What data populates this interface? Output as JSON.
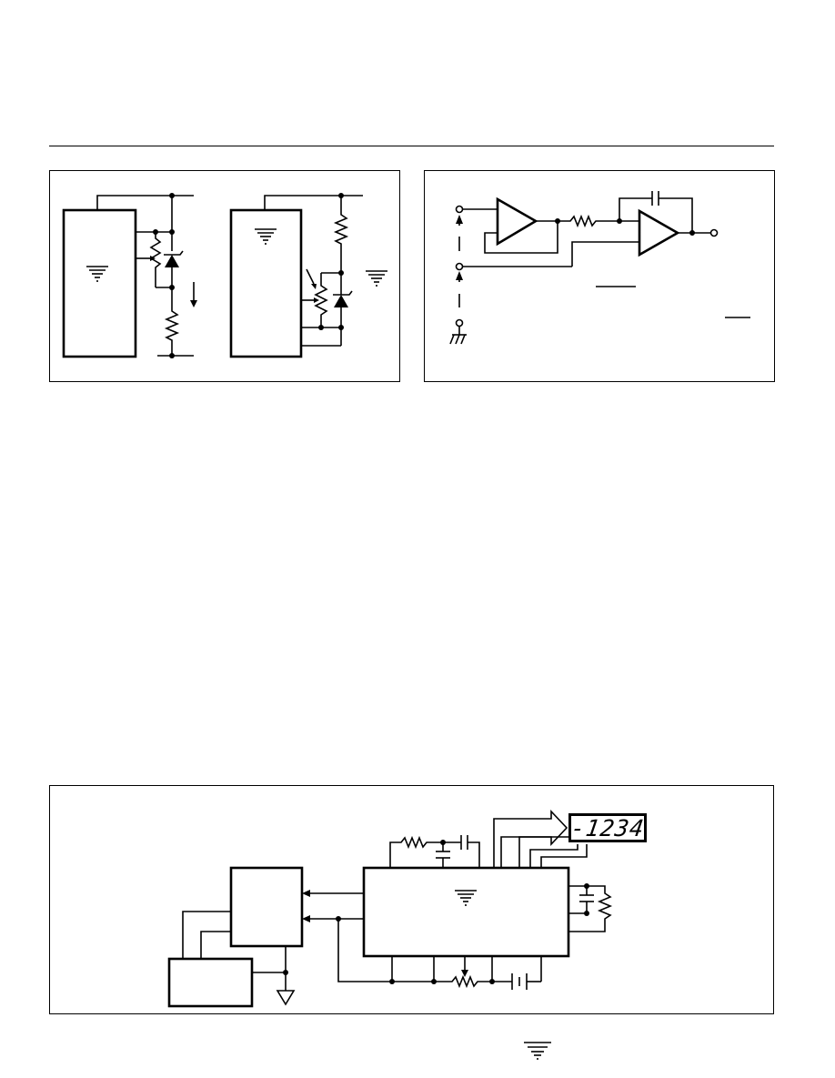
{
  "figures": [
    {
      "id": "fig-left",
      "caption": ""
    },
    {
      "id": "fig-right",
      "caption": ""
    },
    {
      "id": "fig-bottom",
      "caption": ""
    }
  ],
  "display": {
    "digits": "-1234"
  },
  "colors": {
    "ink": "#000000",
    "paper": "#ffffff"
  },
  "icons": [
    "manufacturer-logo-icon",
    "ground-icon",
    "zener-diode-icon",
    "potentiometer-icon",
    "opamp-icon",
    "seven-segment-display-icon"
  ]
}
